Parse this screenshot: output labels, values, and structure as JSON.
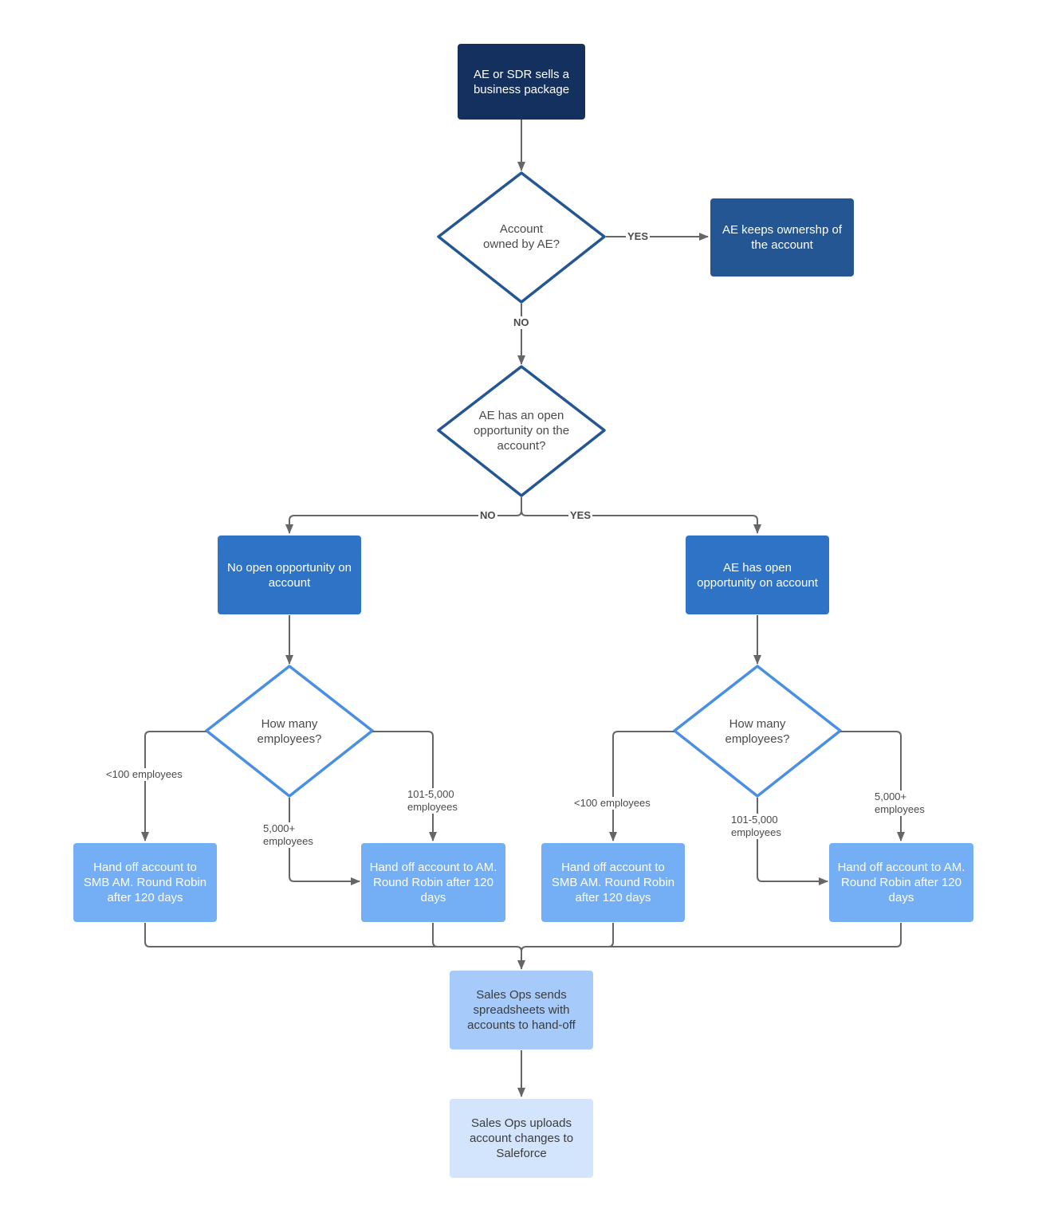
{
  "nodes": {
    "start": "AE or SDR sells a business package",
    "q_owned": "Account owned by AE?",
    "keeps": "AE keeps ownershp of the account",
    "q_open": "AE has an open opportunity on the account?",
    "no_open": "No open opportunity on account",
    "has_open": "AE has open opportunity on account",
    "q_emp_left": "How many employees?",
    "q_emp_right": "How many employees?",
    "smb_left": "Hand off account to SMB AM. Round Robin after 120 days",
    "am_left": "Hand off account to AM. Round Robin after 120 days",
    "smb_right": "Hand off account to SMB AM. Round Robin after 120 days",
    "am_right": "Hand off account to AM. Round Robin after 120 days",
    "sends": "Sales Ops sends spreadsheets with accounts to hand-off",
    "uploads": "Sales Ops uploads account changes to Saleforce"
  },
  "edges": {
    "yes_owned": "YES",
    "no_owned": "NO",
    "no_open": "NO",
    "yes_open": "YES",
    "lt100_left": "<100 employees",
    "k5_left_1": "5,000+",
    "k5_left_2": "employees",
    "mid_left_1": "101-5,000",
    "mid_left_2": "employees",
    "lt100_right": "<100 employees",
    "mid_right_1": "101-5,000",
    "mid_right_2": "employees",
    "k5_right_1": "5,000+",
    "k5_right_2": "employees"
  },
  "colors": {
    "dark": "#14305e",
    "mid": "#245694",
    "blue": "#2f73c7",
    "light": "#74aef5",
    "pale": "#a6cbfa",
    "paler": "#d3e5fc",
    "diamond_dark": "#245694",
    "diamond_light": "#4a90e2",
    "connector": "#666666"
  }
}
